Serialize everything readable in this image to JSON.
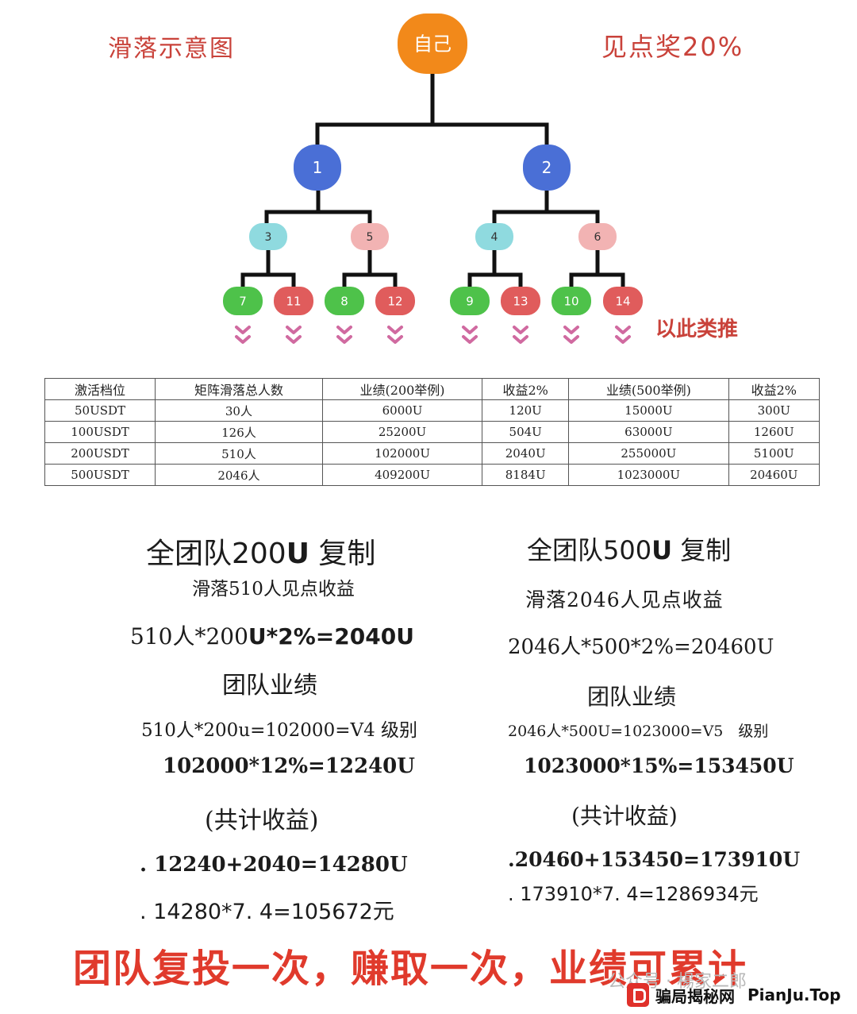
{
  "header": {
    "left_title": "滑落示意图",
    "right_title": "见点奖20%",
    "etc_label": "以此类推"
  },
  "tree": {
    "root": {
      "label": "自己",
      "color": "#f2891a"
    },
    "level1": [
      {
        "label": "1",
        "color": "#4a6fd6"
      },
      {
        "label": "2",
        "color": "#4a6fd6"
      }
    ],
    "level2": [
      {
        "label": "3",
        "color": "#8fdadf"
      },
      {
        "label": "5",
        "color": "#f2b3b3"
      },
      {
        "label": "4",
        "color": "#8fdadf"
      },
      {
        "label": "6",
        "color": "#f2b3b3"
      }
    ],
    "level3": [
      {
        "label": "7",
        "color": "#4ec24a"
      },
      {
        "label": "11",
        "color": "#e05c5c"
      },
      {
        "label": "8",
        "color": "#4ec24a"
      },
      {
        "label": "12",
        "color": "#e05c5c"
      },
      {
        "label": "9",
        "color": "#4ec24a"
      },
      {
        "label": "13",
        "color": "#e05c5c"
      },
      {
        "label": "10",
        "color": "#4ec24a"
      },
      {
        "label": "14",
        "color": "#e05c5c"
      }
    ],
    "arrow_icon": "double-chevron-down-icon",
    "arrow_color": "#d06aa0"
  },
  "table": {
    "headers": [
      "激活档位",
      "矩阵滑落总人数",
      "业绩(200举例)",
      "收益2%",
      "业绩(500举例)",
      "收益2%"
    ],
    "rows": [
      [
        "50USDT",
        "30人",
        "6000U",
        "120U",
        "15000U",
        "300U"
      ],
      [
        "100USDT",
        "126人",
        "25200U",
        "504U",
        "63000U",
        "1260U"
      ],
      [
        "200USDT",
        "510人",
        "102000U",
        "2040U",
        "255000U",
        "5100U"
      ],
      [
        "500USDT",
        "2046人",
        "409200U",
        "8184U",
        "1023000U",
        "20460U"
      ]
    ]
  },
  "left_calc": {
    "title_a": "全团队200",
    "title_b": "U",
    "title_c": " 复制",
    "sub": "滑落510人见点收益",
    "eq1_a": "510人*200",
    "eq1_b": "U*2%=2040U",
    "team": "团队业绩",
    "eq2_a": "510人*200",
    "eq2_b": "u=102000=V4 级别",
    "eq3": "102000*12%=12240U",
    "total": "(共计收益)",
    "eq4": ". 12240+2040=14280U",
    "eq5": ". 14280*7. 4=105672元"
  },
  "right_calc": {
    "title_a": "全团队500",
    "title_b": "U",
    "title_c": " 复制",
    "sub": "滑落2046人见点收益",
    "eq1": "2046人*500*2%=20460U",
    "team": "团队业绩",
    "eq2": "2046人*500U=1023000=V5　级别",
    "eq3": "1023000*15%=153450U",
    "total": "(共计收益)",
    "eq4": ".20460+153450=173910U",
    "eq5": ". 173910*7. 4=1286934元"
  },
  "footer": {
    "slogan": "团队复投一次，赚取一次，业绩可累计",
    "watermark": "公众号 · 楊家二郎",
    "brand_name": "骗局揭秘网",
    "brand_url": "PianJu.Top",
    "brand_color": "#e0302a"
  }
}
